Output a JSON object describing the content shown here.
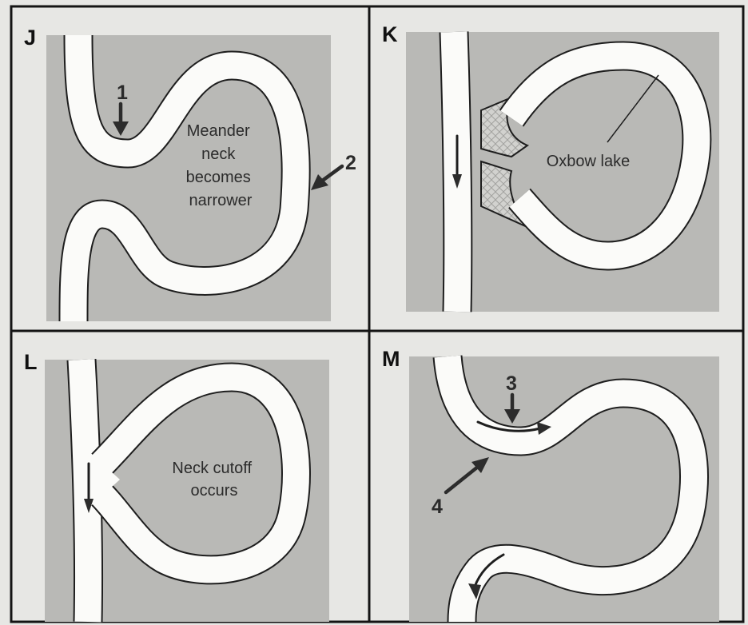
{
  "panels": {
    "j": {
      "letter": "J",
      "label_lines": [
        "Meander",
        "neck",
        "becomes",
        "narrower"
      ],
      "marker_1": "1",
      "marker_2": "2"
    },
    "k": {
      "letter": "K",
      "label": "Oxbow lake"
    },
    "l": {
      "letter": "L",
      "label_lines": [
        "Neck cutoff",
        "occurs"
      ]
    },
    "m": {
      "letter": "M",
      "marker_3": "3",
      "marker_4": "4"
    }
  },
  "colors": {
    "land": "#b9b9b6",
    "river": "#fbfbf9",
    "outline": "#1e1e1e",
    "background": "#e7e7e4"
  }
}
